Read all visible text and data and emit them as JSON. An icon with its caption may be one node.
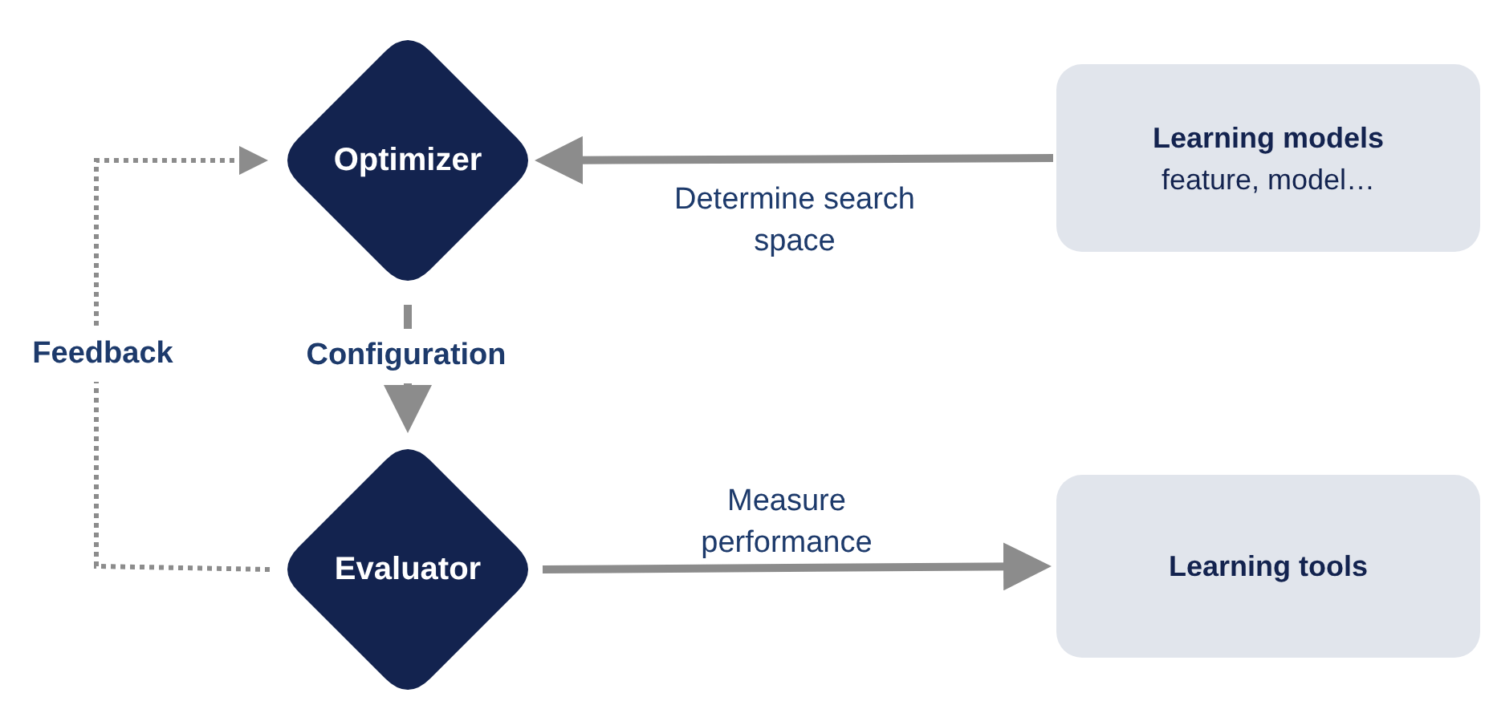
{
  "diagram": {
    "nodes": [
      {
        "text": [
          "Optimizer"
        ]
      },
      {
        "text": [
          "Learning models",
          "feature, model…"
        ]
      },
      {
        "text": [
          "Evaluator"
        ]
      },
      {
        "text": [
          "Learning tools"
        ]
      }
    ],
    "edges": [
      {
        "from": 1,
        "to": 0,
        "arrow": "to",
        "label": "Determine search space"
      },
      {
        "from": 0,
        "to": 2,
        "arrow": "to",
        "label": "Configuration"
      },
      {
        "from": 2,
        "to": 0,
        "arrow": "to",
        "label": "Feedback",
        "style": "dashed"
      },
      {
        "from": 2,
        "to": 3,
        "arrow": "to",
        "label": "Measure performance"
      }
    ]
  }
}
